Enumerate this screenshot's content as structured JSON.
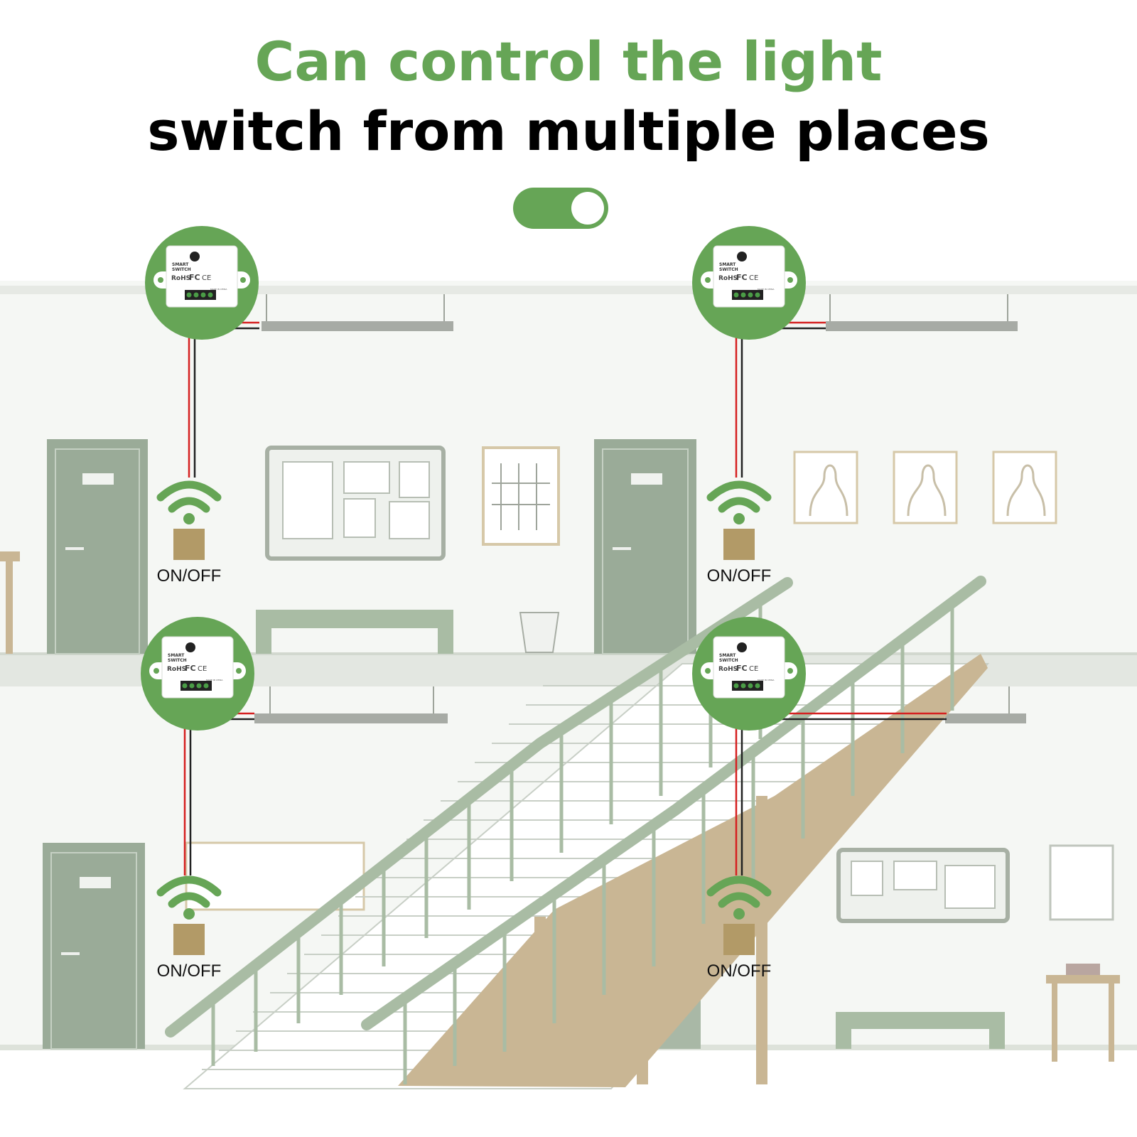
{
  "headline": {
    "line1": "Can control the light",
    "line2": "switch from multiple places"
  },
  "toggle": {
    "state": "on"
  },
  "colors": {
    "accent": "#66a556",
    "wall": "#f4f6f3",
    "stair_green": "#a9bca4",
    "stair_wood": "#c9b694",
    "door": "#9aab98",
    "wire_red": "#d52020",
    "wire_black": "#222222",
    "switch_plate": "#b29a67"
  },
  "module": {
    "brand_line1": "SMART",
    "brand_line2": "SWITCH",
    "marks": [
      "RoHS",
      "FC",
      "CE"
    ],
    "made_in": "MADE IN CHINA"
  },
  "controls": [
    {
      "label": "ON/OFF"
    },
    {
      "label": "ON/OFF"
    },
    {
      "label": "ON/OFF"
    },
    {
      "label": "ON/OFF"
    }
  ],
  "icons": [
    "wifi-icon",
    "wall-switch-icon",
    "smart-switch-module-icon",
    "toggle-switch-icon"
  ]
}
